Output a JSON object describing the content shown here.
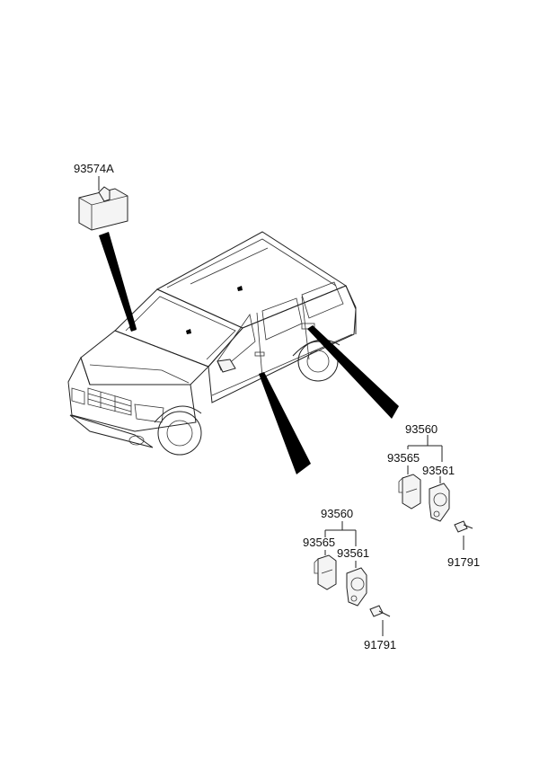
{
  "diagram": {
    "module_label": "93574A",
    "front_assembly": {
      "assembly_label": "93560",
      "switch_label": "93565",
      "pad_label": "93561",
      "bolt_label": "91791"
    },
    "rear_assembly": {
      "assembly_label": "93560",
      "switch_label": "93565",
      "pad_label": "93561",
      "bolt_label": "91791"
    }
  }
}
